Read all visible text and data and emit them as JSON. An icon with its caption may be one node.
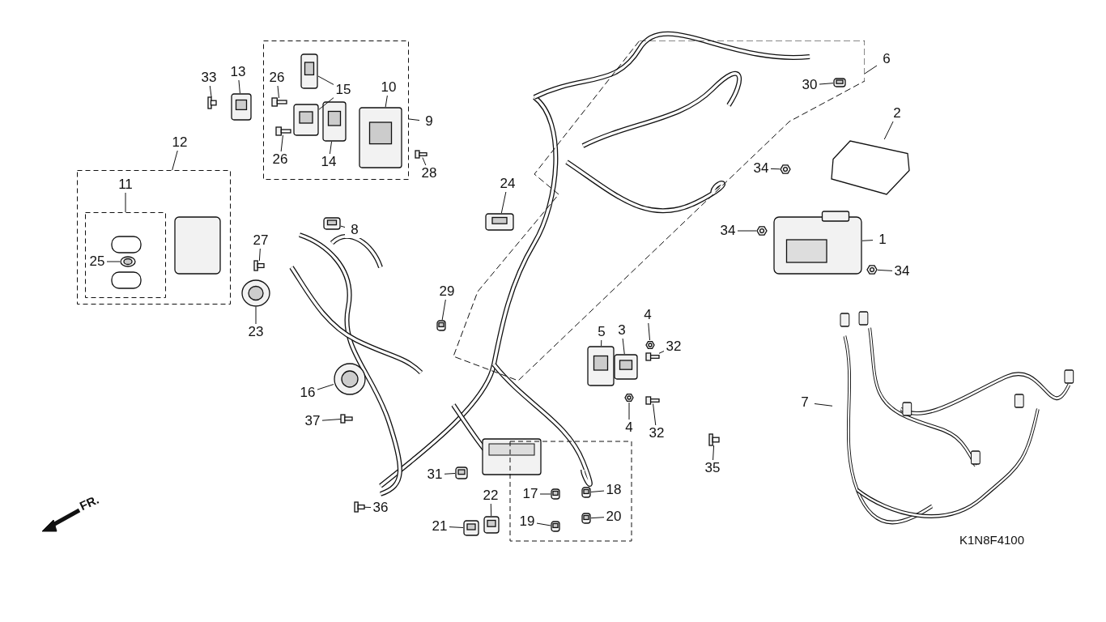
{
  "diagram": {
    "nodes": [
      {
        "text": [
          "1"
        ]
      },
      {
        "text": [],
        "shape": "picture"
      },
      {
        "text": [
          "2"
        ]
      },
      {
        "text": [],
        "shape": "picture"
      },
      {
        "text": [
          "3"
        ]
      },
      {
        "text": [],
        "shape": "picture"
      },
      {
        "text": [
          "4"
        ]
      },
      {
        "text": [],
        "shape": "picture"
      },
      {
        "text": [
          "4"
        ]
      },
      {
        "text": [],
        "shape": "picture"
      },
      {
        "text": [
          "5"
        ]
      },
      {
        "text": [],
        "shape": "picture"
      },
      {
        "text": [
          "6"
        ]
      },
      {
        "text": [],
        "shape": "box"
      },
      {
        "text": [
          "7"
        ]
      },
      {
        "text": [],
        "shape": "picture"
      },
      {
        "text": [
          "8"
        ]
      },
      {
        "text": [],
        "shape": "picture"
      },
      {
        "text": [],
        "shape": "box"
      },
      {
        "text": [
          "9"
        ]
      },
      {
        "text": [
          "10"
        ],
        "in": 18
      },
      {
        "text": [],
        "shape": "picture",
        "in": 18
      },
      {
        "text": [
          "14"
        ],
        "in": 18
      },
      {
        "text": [],
        "shape": "picture",
        "in": 18
      },
      {
        "text": [
          "15"
        ],
        "in": 18
      },
      {
        "text": [],
        "shape": "picture",
        "in": 18
      },
      {
        "text": [],
        "shape": "picture",
        "in": 18
      },
      {
        "text": [
          "26"
        ],
        "in": 18
      },
      {
        "text": [],
        "shape": "picture",
        "in": 18
      },
      {
        "text": [
          "26"
        ],
        "in": 18
      },
      {
        "text": [],
        "shape": "picture",
        "in": 18
      },
      {
        "text": [],
        "shape": "box"
      },
      {
        "text": [
          "12"
        ]
      },
      {
        "text": [],
        "shape": "box",
        "in": 31
      },
      {
        "text": [
          "11"
        ],
        "in": 31
      },
      {
        "text": [
          "25"
        ],
        "in": 33
      },
      {
        "text": [],
        "shape": "picture",
        "in": 33
      },
      {
        "text": [
          "13"
        ]
      },
      {
        "text": [],
        "shape": "picture"
      },
      {
        "text": [
          "16"
        ]
      },
      {
        "text": [],
        "shape": "picture"
      },
      {
        "text": [
          "17"
        ]
      },
      {
        "text": [],
        "shape": "picture"
      },
      {
        "text": [
          "18"
        ]
      },
      {
        "text": [],
        "shape": "picture"
      },
      {
        "text": [
          "19"
        ]
      },
      {
        "text": [],
        "shape": "picture"
      },
      {
        "text": [
          "20"
        ]
      },
      {
        "text": [],
        "shape": "picture"
      },
      {
        "text": [
          "21"
        ]
      },
      {
        "text": [],
        "shape": "picture"
      },
      {
        "text": [
          "22"
        ]
      },
      {
        "text": [],
        "shape": "picture"
      },
      {
        "text": [
          "23"
        ]
      },
      {
        "text": [],
        "shape": "picture"
      },
      {
        "text": [
          "24"
        ]
      },
      {
        "text": [],
        "shape": "picture"
      },
      {
        "text": [
          "27"
        ]
      },
      {
        "text": [],
        "shape": "picture"
      },
      {
        "text": [
          "28"
        ]
      },
      {
        "text": [],
        "shape": "picture"
      },
      {
        "text": [
          "29"
        ]
      },
      {
        "text": [],
        "shape": "picture"
      },
      {
        "text": [
          "30"
        ],
        "in": 13
      },
      {
        "text": [],
        "shape": "picture",
        "in": 13
      },
      {
        "text": [
          "31"
        ]
      },
      {
        "text": [],
        "shape": "picture"
      },
      {
        "text": [
          "32"
        ]
      },
      {
        "text": [],
        "shape": "picture"
      },
      {
        "text": [
          "32"
        ]
      },
      {
        "text": [],
        "shape": "picture"
      },
      {
        "text": [
          "33"
        ]
      },
      {
        "text": [],
        "shape": "picture"
      },
      {
        "text": [
          "34"
        ]
      },
      {
        "text": [],
        "shape": "picture"
      },
      {
        "text": [
          "34"
        ]
      },
      {
        "text": [],
        "shape": "picture"
      },
      {
        "text": [
          "34"
        ]
      },
      {
        "text": [],
        "shape": "picture"
      },
      {
        "text": [
          "35"
        ]
      },
      {
        "text": [],
        "shape": "picture"
      },
      {
        "text": [
          "36"
        ]
      },
      {
        "text": [],
        "shape": "picture"
      },
      {
        "text": [
          "37"
        ]
      },
      {
        "text": [],
        "shape": "picture"
      }
    ],
    "edges": [
      {
        "from": 0,
        "to": 1,
        "arrow": "none"
      },
      {
        "from": 2,
        "to": 3,
        "arrow": "none"
      },
      {
        "from": 4,
        "to": 5,
        "arrow": "none"
      },
      {
        "from": 6,
        "to": 7,
        "arrow": "none"
      },
      {
        "from": 8,
        "to": 9,
        "arrow": "none"
      },
      {
        "from": 10,
        "to": 11,
        "arrow": "none"
      },
      {
        "from": 12,
        "to": 13,
        "arrow": "none"
      },
      {
        "from": 14,
        "to": 15,
        "arrow": "none"
      },
      {
        "from": 16,
        "to": 17,
        "arrow": "none"
      },
      {
        "from": 19,
        "to": 18,
        "arrow": "none"
      },
      {
        "from": 20,
        "to": 21,
        "arrow": "none"
      },
      {
        "from": 22,
        "to": 23,
        "arrow": "none"
      },
      {
        "from": 24,
        "to": 25,
        "arrow": "none"
      },
      {
        "from": 24,
        "to": 26,
        "arrow": "none"
      },
      {
        "from": 27,
        "to": 28,
        "arrow": "none"
      },
      {
        "from": 29,
        "to": 30,
        "arrow": "none"
      },
      {
        "from": 32,
        "to": 31,
        "arrow": "none"
      },
      {
        "from": 34,
        "to": 33,
        "arrow": "none"
      },
      {
        "from": 35,
        "to": 36,
        "arrow": "none"
      },
      {
        "from": 37,
        "to": 38,
        "arrow": "none"
      },
      {
        "from": 39,
        "to": 40,
        "arrow": "none"
      },
      {
        "from": 41,
        "to": 42,
        "arrow": "none"
      },
      {
        "from": 43,
        "to": 44,
        "arrow": "none"
      },
      {
        "from": 45,
        "to": 46,
        "arrow": "none"
      },
      {
        "from": 47,
        "to": 48,
        "arrow": "none"
      },
      {
        "from": 49,
        "to": 50,
        "arrow": "none"
      },
      {
        "from": 51,
        "to": 52,
        "arrow": "none"
      },
      {
        "from": 53,
        "to": 54,
        "arrow": "none"
      },
      {
        "from": 55,
        "to": 56,
        "arrow": "none"
      },
      {
        "from": 57,
        "to": 58,
        "arrow": "none"
      },
      {
        "from": 59,
        "to": 60,
        "arrow": "none"
      },
      {
        "from": 61,
        "to": 62,
        "arrow": "none"
      },
      {
        "from": 63,
        "to": 64,
        "arrow": "none"
      },
      {
        "from": 65,
        "to": 66,
        "arrow": "none"
      },
      {
        "from": 67,
        "to": 68,
        "arrow": "none"
      },
      {
        "from": 69,
        "to": 70,
        "arrow": "none"
      },
      {
        "from": 71,
        "to": 72,
        "arrow": "none"
      },
      {
        "from": 73,
        "to": 74,
        "arrow": "none"
      },
      {
        "from": 75,
        "to": 76,
        "arrow": "none"
      },
      {
        "from": 77,
        "to": 78,
        "arrow": "none"
      },
      {
        "from": 79,
        "to": 80,
        "arrow": "none"
      },
      {
        "from": 81,
        "to": 82,
        "arrow": "none"
      },
      {
        "from": 83,
        "to": 84,
        "arrow": "none"
      }
    ],
    "labels": [
      "K1N8F4100",
      "FR."
    ]
  }
}
